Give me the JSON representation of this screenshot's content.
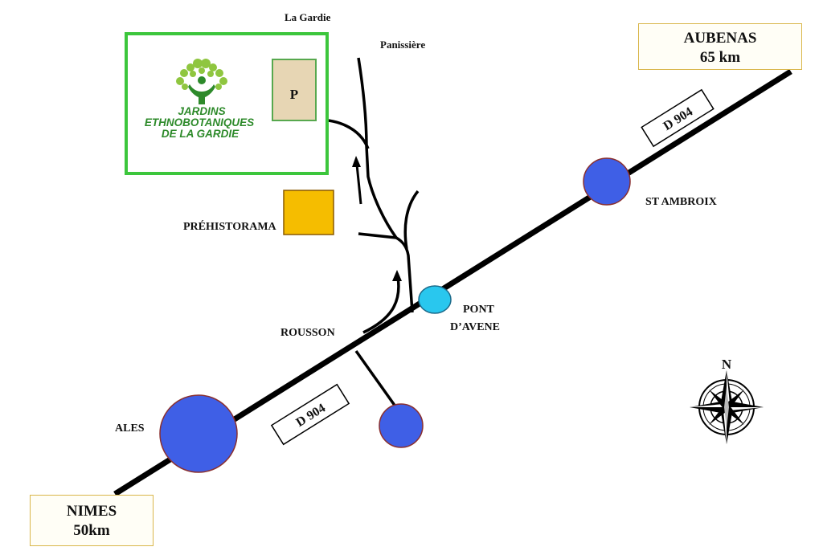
{
  "destinations": {
    "north": {
      "name": "AUBENAS",
      "distance": "65 km"
    },
    "south": {
      "name": "NIMES",
      "distance": "50km"
    }
  },
  "road": {
    "label_upper": "D 904",
    "label_lower": "D 904"
  },
  "towns": {
    "ales": "ALES",
    "st_ambroix": "ST AMBROIX",
    "pont_davene_line1": "PONT",
    "pont_davene_line2": "D’AVENE",
    "rousson": "ROUSSON",
    "la_gardie": "La Gardie",
    "panissiere": "Panissière",
    "prehistorama": "PRÉHISTORAMA"
  },
  "jardins": {
    "line1": "JARDINS",
    "line2": "ETHNOBOTANIQUES",
    "line3": "DE LA GARDIE",
    "parking": "P"
  },
  "compass": {
    "north_letter": "N"
  },
  "colors": {
    "road": "#000000",
    "town_blue": "#3f5fe6",
    "pont_cyan": "#29c7ee",
    "garden_border": "#3cc63c",
    "prehistorama": "#f5bd00",
    "parking_fill": "#e7d6b4",
    "parking_border": "#57a84e",
    "dist_border": "#d9b64a",
    "logo_green": "#2d8a2a",
    "leaf_green": "#8fc63f"
  }
}
